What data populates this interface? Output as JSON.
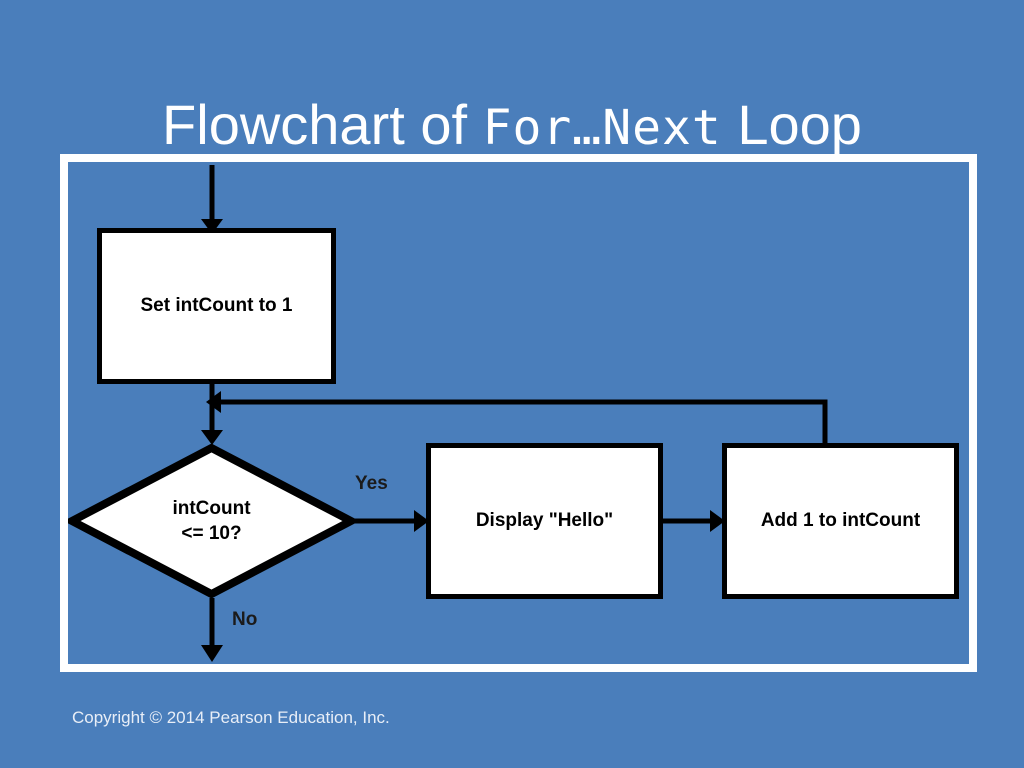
{
  "slide": {
    "background_color": "#4a7ebb",
    "title": {
      "prefix": "Flowchart of ",
      "mono": "For…Next",
      "suffix": " Loop"
    },
    "footer": "Copyright © 2014 Pearson Education, Inc."
  },
  "flowchart": {
    "nodes": {
      "init": {
        "label": "Set intCount to 1",
        "shape": "process"
      },
      "decision": {
        "line1": "intCount",
        "line2": "<= 10?",
        "shape": "decision"
      },
      "display": {
        "label": "Display \"Hello\"",
        "shape": "process"
      },
      "add": {
        "label": "Add 1 to intCount",
        "shape": "process"
      }
    },
    "edge_labels": {
      "yes": "Yes",
      "no": "No"
    },
    "colors": {
      "node_fill": "#ffffff",
      "node_stroke": "#000000",
      "frame": "#ffffff"
    }
  }
}
